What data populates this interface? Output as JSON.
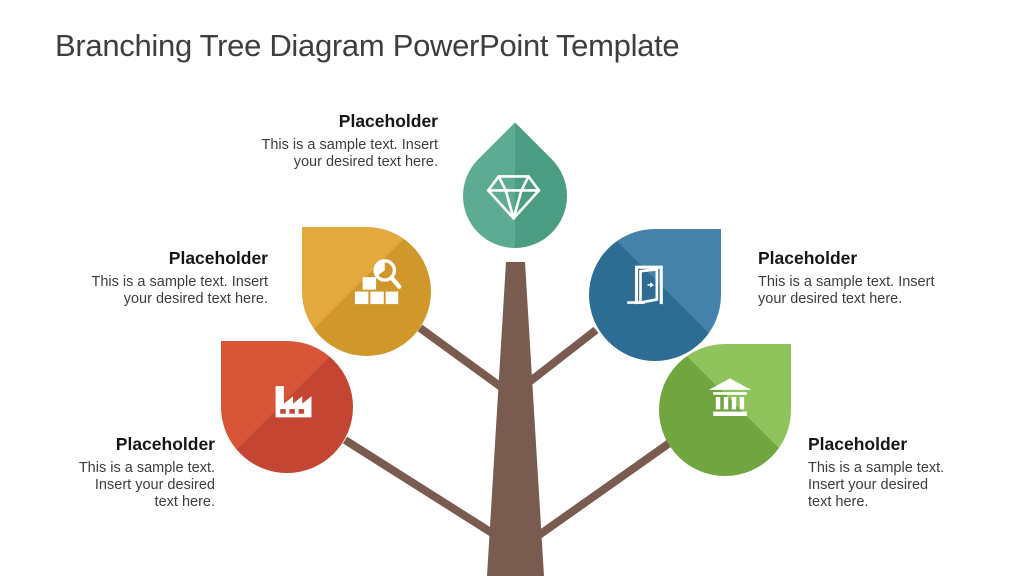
{
  "slide_title": "Branching Tree Diagram PowerPoint Template",
  "blocks": [
    {
      "id": "top",
      "heading": "Placeholder",
      "body": "This is a sample text. Insert\nyour desired text here."
    },
    {
      "id": "middle-left",
      "heading": "Placeholder",
      "body": "This is a sample text. Insert\nyour desired text here."
    },
    {
      "id": "bottom-left",
      "heading": "Placeholder",
      "body": "This is a sample text.\nInsert your desired\ntext here."
    },
    {
      "id": "middle-right",
      "heading": "Placeholder",
      "body": "This is a sample text. Insert\nyour desired text here."
    },
    {
      "id": "bottom-right",
      "heading": "Placeholder",
      "body": "This is a sample text.\nInsert your desired\ntext here."
    }
  ],
  "leaves": [
    {
      "id": "top",
      "icon": "diamond-icon",
      "color_light": "#5CAB92",
      "color_dark": "#4A9D82"
    },
    {
      "id": "upper-left",
      "icon": "inspection-boxes-icon",
      "color_light": "#E3A93E",
      "color_dark": "#D0982B"
    },
    {
      "id": "lower-left",
      "icon": "factory-icon",
      "color_light": "#D85538",
      "color_dark": "#C44531"
    },
    {
      "id": "upper-right",
      "icon": "open-door-icon",
      "color_light": "#4482A9",
      "color_dark": "#2E6D93"
    },
    {
      "id": "lower-right",
      "icon": "bank-icon",
      "color_light": "#8FC35B",
      "color_dark": "#70A53F"
    }
  ],
  "tree": {
    "trunk_color": "#7A5B50"
  }
}
